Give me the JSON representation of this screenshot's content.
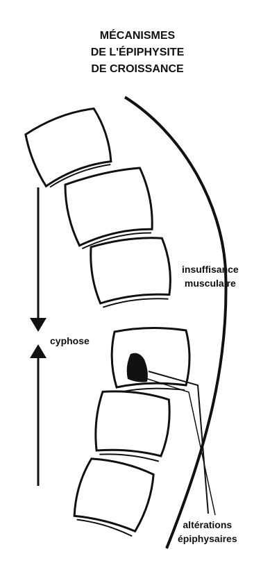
{
  "title_lines": [
    "MÉCANISMES",
    "DE L'ÉPIPHYSITE",
    "DE CROISSANCE"
  ],
  "labels": {
    "muscle_line1": "insuffisance",
    "muscle_line2": "musculaire",
    "cyphose": "cyphose",
    "epi_line1": "altérations",
    "epi_line2": "épiphysaires"
  },
  "colors": {
    "ink": "#111111",
    "background": "#ffffff"
  }
}
